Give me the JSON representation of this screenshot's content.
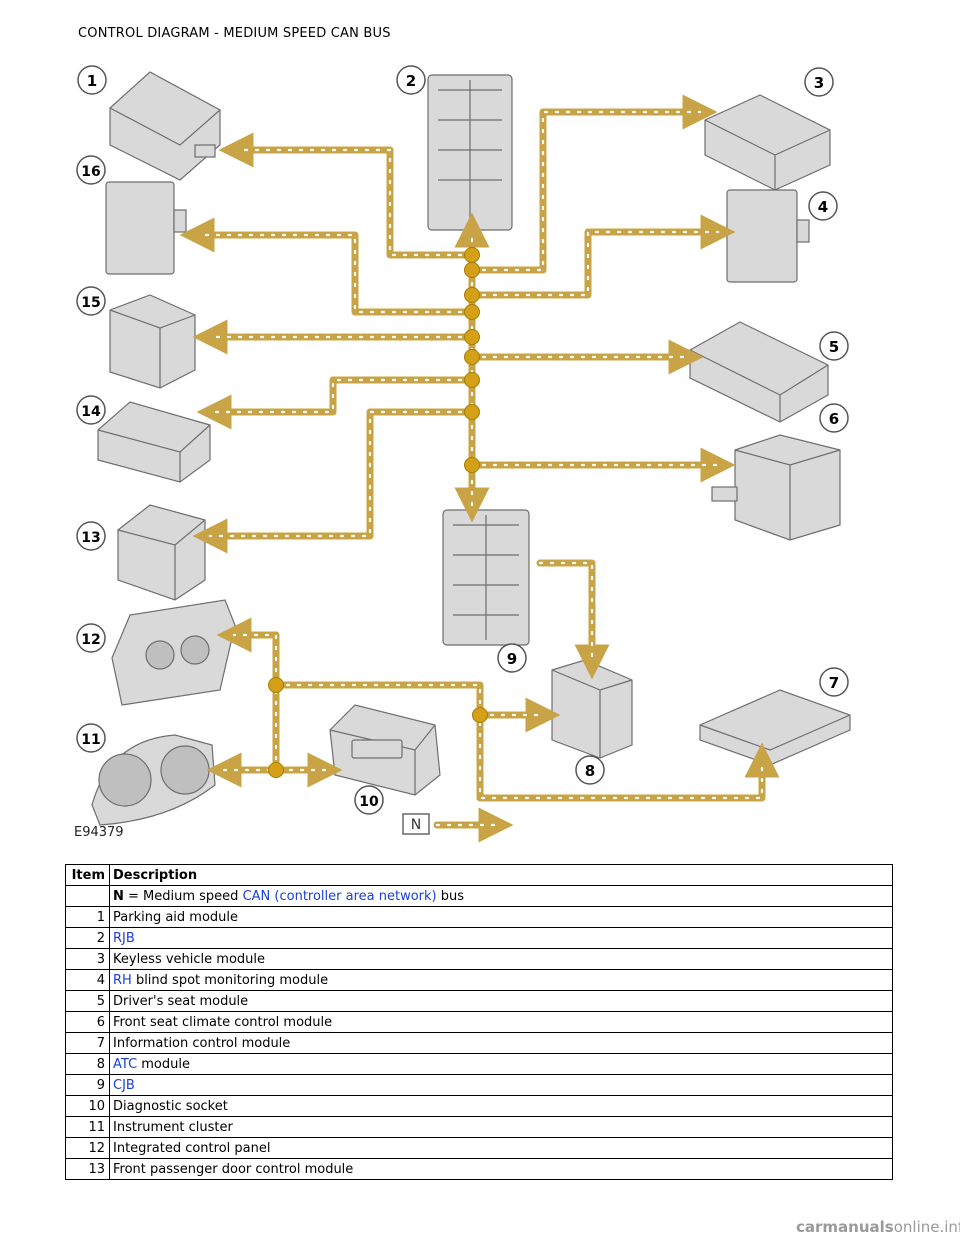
{
  "page": {
    "title": "CONTROL DIAGRAM - MEDIUM SPEED CAN BUS"
  },
  "diagram": {
    "figure_id": "E94379",
    "legend_box_label": "N",
    "callouts": [
      "1",
      "2",
      "3",
      "4",
      "5",
      "6",
      "7",
      "8",
      "9",
      "10",
      "11",
      "12",
      "13",
      "14",
      "15",
      "16"
    ],
    "colors": {
      "bus": "#c8a447",
      "bus_dots": "#ffffff",
      "junction": "#d4a017",
      "module_fill": "#d9d9d9",
      "module_stroke": "#6e6e6e"
    }
  },
  "table": {
    "headers": {
      "item": "Item",
      "description": "Description"
    },
    "legend_row": {
      "key": "N",
      "prefix": " = Medium speed ",
      "link": "CAN (controller area network)",
      "suffix": " bus"
    },
    "rows": [
      {
        "item": "1",
        "link": "",
        "text": "Parking aid module"
      },
      {
        "item": "2",
        "link": "RJB",
        "text": ""
      },
      {
        "item": "3",
        "link": "",
        "text": "Keyless vehicle module"
      },
      {
        "item": "4",
        "link": "RH",
        "text": " blind spot monitoring module"
      },
      {
        "item": "5",
        "link": "",
        "text": "Driver's seat module"
      },
      {
        "item": "6",
        "link": "",
        "text": "Front seat climate control module"
      },
      {
        "item": "7",
        "link": "",
        "text": "Information control module"
      },
      {
        "item": "8",
        "link": "ATC",
        "text": " module"
      },
      {
        "item": "9",
        "link": "CJB",
        "text": ""
      },
      {
        "item": "10",
        "link": "",
        "text": "Diagnostic socket"
      },
      {
        "item": "11",
        "link": "",
        "text": "Instrument cluster"
      },
      {
        "item": "12",
        "link": "",
        "text": "Integrated control panel"
      },
      {
        "item": "13",
        "link": "",
        "text": "Front passenger door control module"
      }
    ]
  },
  "watermark": {
    "bold": "carmanuals",
    "rest": "online.info"
  }
}
